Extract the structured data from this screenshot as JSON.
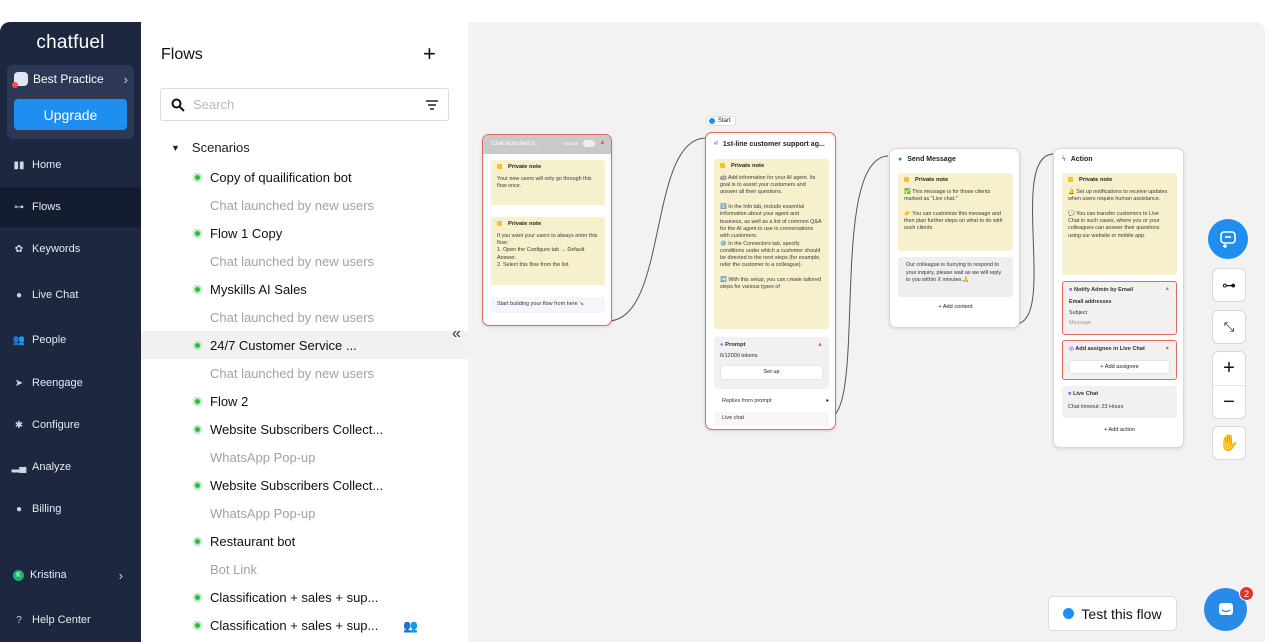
{
  "brand": "chatfuel",
  "workspace": {
    "name": "Best Practice",
    "upgrade_label": "Upgrade"
  },
  "nav": {
    "items": [
      {
        "label": "Home",
        "icon": "home-icon"
      },
      {
        "label": "Flows",
        "icon": "flows-icon"
      },
      {
        "label": "Keywords",
        "icon": "keywords-icon"
      },
      {
        "label": "Live Chat",
        "icon": "chat-icon"
      },
      {
        "label": "People",
        "icon": "people-icon"
      },
      {
        "label": "Reengage",
        "icon": "send-icon"
      },
      {
        "label": "Configure",
        "icon": "gear-icon"
      },
      {
        "label": "Analyze",
        "icon": "chart-icon"
      },
      {
        "label": "Billing",
        "icon": "billing-icon"
      }
    ],
    "user": {
      "initial": "K",
      "name": "Kristina"
    },
    "help": "Help Center"
  },
  "flows_panel": {
    "title": "Flows",
    "search_placeholder": "Search",
    "group": "Scenarios",
    "rows": [
      {
        "name": "Copy of quailification bot",
        "trigger": "Chat launched by new users"
      },
      {
        "name": "Flow 1 Copy",
        "trigger": "Chat launched by new users"
      },
      {
        "name": "Myskills AI Sales",
        "trigger": "Chat launched by new users"
      },
      {
        "name": "24/7 Customer Service ...",
        "trigger": "Chat launched by new users"
      },
      {
        "name": "Flow 2",
        "trigger": ""
      },
      {
        "name": "Website Subscribers Collect...",
        "trigger": "WhatsApp Pop-up"
      },
      {
        "name": "Website Subscribers Collect...",
        "trigger": "WhatsApp Pop-up"
      },
      {
        "name": "Restaurant bot",
        "trigger": "Bot Link"
      },
      {
        "name": "Classification + sales + sup...",
        "trigger": ""
      },
      {
        "name": "Classification + sales + sup...",
        "trigger": ""
      }
    ]
  },
  "canvas": {
    "start_label": "Start",
    "node1": {
      "title": "Chat launched b...",
      "toggle": "Inactive",
      "note1_title": "Private note",
      "note1_text": "Your new users will only go through this flow once.",
      "note2_title": "Private note",
      "note2_text": "If you want your users to always enter this flow:\n1. Open the Configure tab → Default Answer.\n2. Select this flow from the list.",
      "footer": "Start building your flow from here ↘"
    },
    "node2": {
      "title": "1st-line customer support ag...",
      "note_title": "Private note",
      "note_text": "🤖 Add information for your AI agent. Its goal is to assist your customers and answer all their questions.\n\nℹ️ In the Info tab, include essential information about your agent and business, as well as a list of common Q&A for the AI agent to use in conversations with customers.\n⚙️ In the Connectors tab, specify conditions under which a customer should be directed to the next steps (for example, refer the customer to a colleague).\n\n➡️ With this setup, you can create tailored steps for various types of",
      "prompt_title": "Prompt",
      "prompt_tokens": "6/12000 tokens",
      "setup": "Set up",
      "replies": "Replies from prompt",
      "live_chat": "Live chat"
    },
    "node3": {
      "title": "Send Message",
      "note_title": "Private note",
      "note_text": "✅ This message is for those clients marked as \"Live chat.\"\n\n👉 You can customize this message and then plan further steps on what to do with such clients.",
      "message": "Our colleague is hurrying to respond to your inquiry, please wait as we will reply to you within X minutes.🙏",
      "add_content": "+ Add content"
    },
    "node4": {
      "title": "Action",
      "note_title": "Private note",
      "note_text": "🔔 Set up notifications to receive updates when users require human assistance.\n\n💬 You can transfer customers to Live Chat in such cases, where you or your colleagues can answer their questions using our website or mobile app.",
      "notify_title": "Notify Admin by Email",
      "email_label": "Email addresses",
      "subject": "Subject",
      "message": "Message",
      "assignee_title": "Add assignee in Live Chat",
      "add_assignee": "+ Add assignee",
      "livechat_title": "Live Chat",
      "timeout": "Chat timeout: 23 Hours",
      "add_action": "+ Add action"
    }
  },
  "test_flow": "Test this flow",
  "notifications": "2",
  "colors": {
    "nav_bg": "#1d2740",
    "accent": "#1f8ef1",
    "active_dot": "#36b24a",
    "note_bg": "#f7f0cc",
    "error": "#e26a60"
  }
}
